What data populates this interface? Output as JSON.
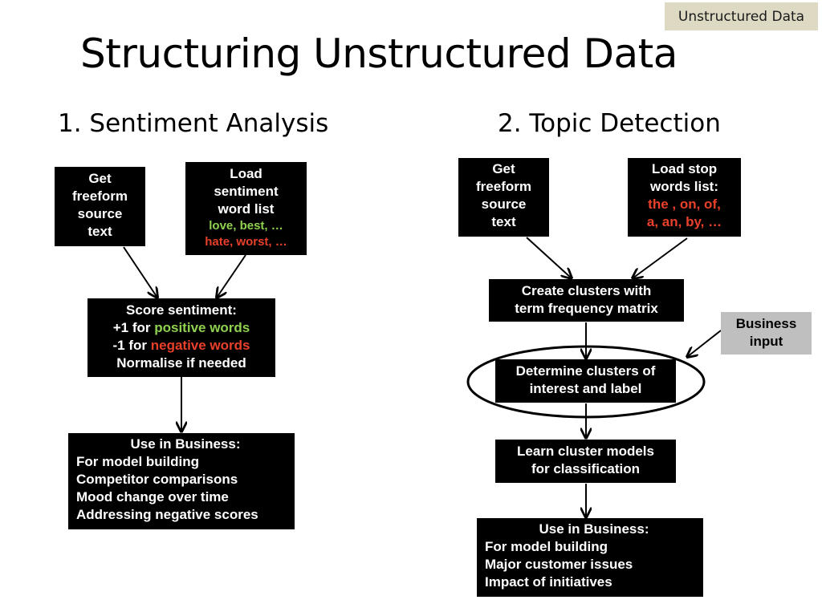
{
  "tag": "Unstructured Data",
  "title": "Structuring Unstructured Data",
  "left": {
    "heading": "1. Sentiment Analysis",
    "get_text": [
      "Get",
      "freeform",
      "source",
      "text"
    ],
    "load_list": {
      "lines": [
        "Load",
        "sentiment",
        "word list"
      ],
      "positive": "love, best, …",
      "negative": "hate, worst, …"
    },
    "score": {
      "line1": "Score sentiment:",
      "pos_prefix": "+1 for ",
      "pos_words": "positive words",
      "neg_prefix": "-1 for ",
      "neg_words": "negative words",
      "line4": "Normalise if needed"
    },
    "business": {
      "heading": "Use in Business:",
      "items": [
        "For model building",
        "Competitor comparisons",
        "Mood change over time",
        "Addressing negative scores"
      ]
    }
  },
  "right": {
    "heading": "2. Topic Detection",
    "get_text": [
      "Get",
      "freeform",
      "source",
      "text"
    ],
    "load_stop": {
      "lines": [
        "Load stop",
        "words list:"
      ],
      "words1": "the , on, of,",
      "words2": "a, an, by, …"
    },
    "clusters": [
      "Create clusters with",
      "term frequency matrix"
    ],
    "business_input": [
      "Business",
      "input"
    ],
    "determine": [
      "Determine clusters of",
      "interest and label"
    ],
    "learn": [
      "Learn cluster models",
      "for classification"
    ],
    "business": {
      "heading": "Use in Business:",
      "items": [
        "For model building",
        "Major customer issues",
        "Impact of initiatives"
      ]
    }
  },
  "colors": {
    "positive": "#8fd14f",
    "negative": "#e8402a",
    "tag_bg": "#ddd9c3",
    "grey_box": "#bfbfbf"
  }
}
